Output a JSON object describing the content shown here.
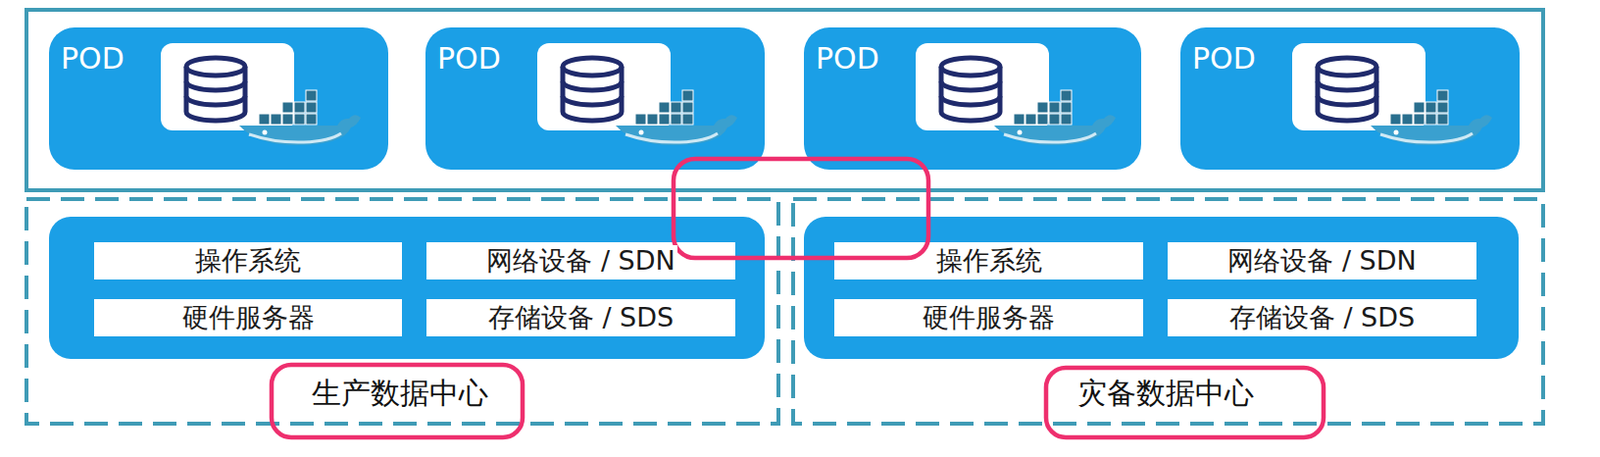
{
  "diagram": {
    "nodes": [
      {
        "text": [
          "POD"
        ]
      },
      {
        "text": [
          "POD"
        ]
      },
      {
        "text": [
          "POD"
        ]
      },
      {
        "text": [
          "POD"
        ]
      },
      {
        "text": [
          "生产数据中心"
        ]
      },
      {
        "text": [
          "操作系统"
        ],
        "in": 4
      },
      {
        "text": [
          "网络设备 / SDN"
        ],
        "in": 4
      },
      {
        "text": [
          "硬件服务器"
        ],
        "in": 4
      },
      {
        "text": [
          "存储设备 / SDS"
        ],
        "in": 4
      },
      {
        "text": [
          "灾备数据中心"
        ]
      },
      {
        "text": [
          "操作系统"
        ],
        "in": 9
      },
      {
        "text": [
          "网络设备 / SDN"
        ],
        "in": 9
      },
      {
        "text": [
          "硬件服务器"
        ],
        "in": 9
      },
      {
        "text": [
          "存储设备 / SDS"
        ],
        "in": 9
      }
    ]
  }
}
